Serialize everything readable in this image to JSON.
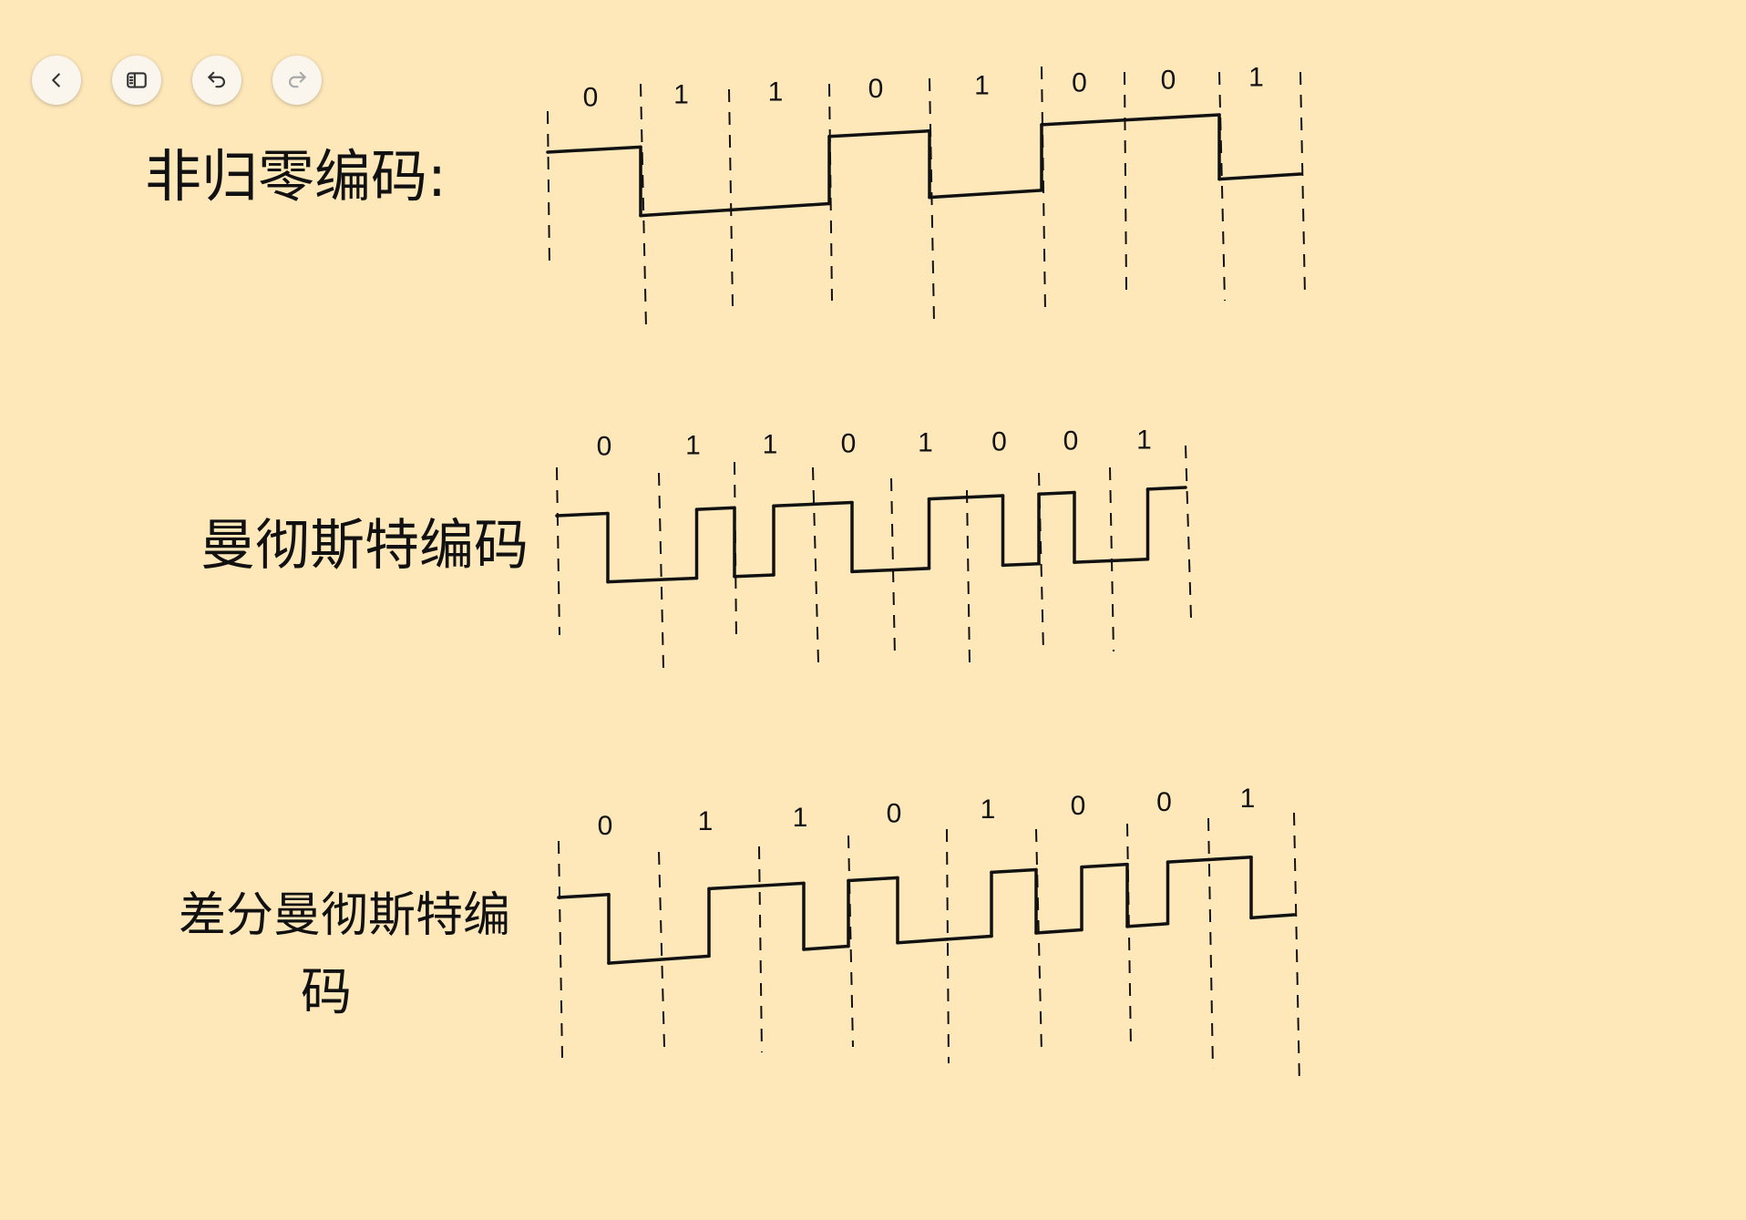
{
  "theme": {
    "canvas_background": "#FEE8BA",
    "ink": "#111111",
    "button_background": "#FAF6EE",
    "icon": "#333333",
    "icon_disabled": "#A9A9A9"
  },
  "toolbar": {
    "buttons": [
      {
        "icon": "chevron-left-icon",
        "enabled": true
      },
      {
        "icon": "sidebar-icon",
        "enabled": true
      },
      {
        "icon": "undo-icon",
        "enabled": true
      },
      {
        "icon": "redo-icon",
        "enabled": false
      }
    ]
  },
  "canvas": {
    "rows": [
      {
        "title_lines": [
          "非归零编码:"
        ],
        "bits": [
          "0",
          "1",
          "1",
          "0",
          "1",
          "0",
          "0",
          "1"
        ],
        "signal": [
          1,
          0,
          0,
          1,
          0,
          1,
          1,
          0
        ]
      },
      {
        "title_lines": [
          "曼彻斯特编码"
        ],
        "bits": [
          "0",
          "1",
          "1",
          "0",
          "1",
          "0",
          "0",
          "1"
        ],
        "signal": [
          1,
          0,
          0,
          1,
          0,
          1,
          1,
          0,
          0,
          1,
          1,
          0,
          1,
          0,
          0,
          1
        ]
      },
      {
        "title_lines": [
          "差分曼彻斯特编",
          "码"
        ],
        "bits": [
          "0",
          "1",
          "1",
          "0",
          "1",
          "0",
          "0",
          "1"
        ],
        "signal": [
          1,
          0,
          0,
          1,
          1,
          0,
          1,
          0,
          0,
          1,
          0,
          1,
          0,
          1,
          1,
          0
        ]
      }
    ]
  }
}
